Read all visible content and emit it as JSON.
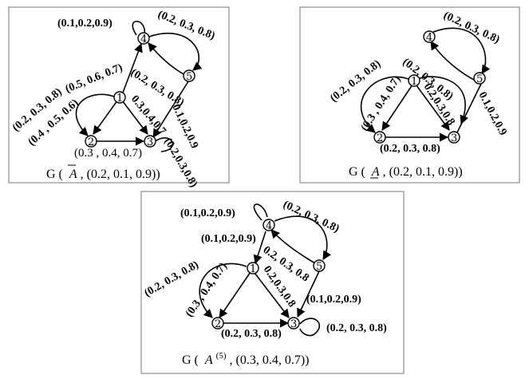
{
  "panels": [
    {
      "caption": {
        "prefix": "G (",
        "symbol": "A",
        "overline": true,
        "underline": false,
        "sup": "",
        "suffix": ", (0.2, 0.1, 0.9))"
      },
      "node_labels": [
        "1",
        "2",
        "3",
        "4",
        "5"
      ],
      "edge_labels": [
        "(0.1,0.2,0.9)",
        "(0.2, 0.3, 0.8)",
        "(0.5, 0.6, 0.7)",
        "(0.2, 0.3, 0.8)",
        "(0.2, 0.3, 0.8)",
        "0.3,0.4,0.7",
        "0.1,0.2,0.9",
        "(0.4 , 0.5, 0.6)",
        "(0.3 , 0.4, 0.7)",
        "(0.2,0.3,0.8)"
      ]
    },
    {
      "caption": {
        "prefix": "G (",
        "symbol": "A",
        "overline": false,
        "underline": true,
        "sup": "",
        "suffix": ", (0.2, 0.1, 0.9))"
      },
      "node_labels": [
        "1",
        "2",
        "3",
        "4",
        "5"
      ],
      "edge_labels": [
        "(0.2, 0.3, 0.8)",
        "(0.2, 0.3, 0.8)",
        "(0.2, 0.3, 0.8)",
        "(0.3 , 0.4, 0.7)",
        "0.2,0.3,0.8",
        "(0.2, 0.3, 0.8)",
        "0.1,0.2,0.9"
      ]
    },
    {
      "caption": {
        "prefix": "G (",
        "symbol": "A",
        "overline": false,
        "underline": false,
        "sup": "(5)",
        "suffix": ", (0.3, 0.4, 0.7))"
      },
      "node_labels": [
        "1",
        "2",
        "3",
        "4",
        "5"
      ],
      "edge_labels": [
        "(0.1,0.2,0.9)",
        "(0.2, 0.3, 0.8)",
        "(0.1,0.2,0.9)",
        "(0.2, 0.3, 0.8)",
        "(0.3 , 0.4, 0.7)",
        "0.2, 0.3, 0.8",
        "0.2,0.3,0.8",
        "(0.1,0.2,0.9)",
        "(0.2, 0.3, 0.8)",
        "(0.2, 0.3, 0.8)"
      ]
    }
  ]
}
